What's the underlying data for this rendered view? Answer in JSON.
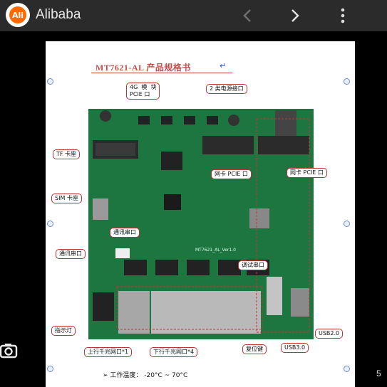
{
  "app": {
    "title": "Alibaba",
    "logo_text": "Ali"
  },
  "icons": {
    "logo": "alibaba-logo-icon",
    "back": "chevron-left-icon",
    "forward": "chevron-right-icon",
    "menu": "more-vert-icon",
    "camera": "camera-icon"
  },
  "colors": {
    "topbar": "#2b2b2b",
    "accent": "#ff6a00",
    "label_border": "#b33333",
    "pcb": "#1c6f3d",
    "title_red": "#c0504d"
  },
  "doc": {
    "title": "MT7621-AL 产品规格书",
    "return_mark": "↵",
    "labels": {
      "pcie_4g": "4G  模  块\nPCIE 口",
      "rj_2": "2 类电源接口",
      "tf": "TF 卡座",
      "sim": "SIM 卡座",
      "comm1": "通讯串口",
      "comm2": "通讯串口",
      "nic_pcie1": "网卡 PCIE 口",
      "nic_pcie2": "网卡 PCIE 口",
      "debug": "调试串口",
      "led": "指示灯",
      "uplink": "上行千兆网口*1",
      "downlink": "下行千兆网口*4",
      "reset": "复位键",
      "usb3": "USB3.0",
      "usb2": "USB2.0"
    },
    "board_text": "MT7621_AL_Ver1.0",
    "spec": "➢  工作温度： -20°C ~ 70°C"
  },
  "page_indicator": "5"
}
